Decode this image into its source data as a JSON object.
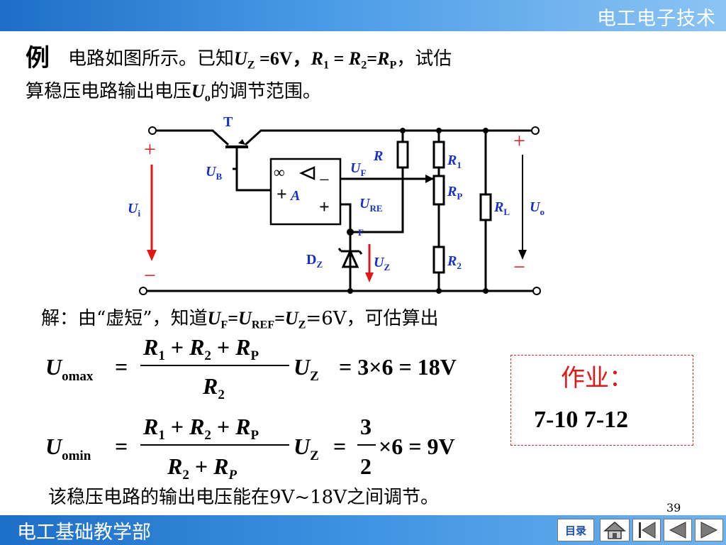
{
  "header": {
    "course_title": "电工电子技术"
  },
  "problem": {
    "example_label": "例",
    "line1": {
      "t1": "电路如图所示。已知",
      "uz_base": "U",
      "uz_sub": "Z",
      "t2": " =6V，",
      "r1_base": "R",
      "r1_sub": "1",
      "t3": " = ",
      "r2_base": "R",
      "r2_sub": "2",
      "t4": "=",
      "rp_base": "R",
      "rp_sub": "P",
      "t5": "，试估"
    },
    "line2": {
      "t1": "算稳压电路输出电压",
      "uo_base": "U",
      "uo_sub": "o",
      "t2": "的调节范围。"
    }
  },
  "circuit": {
    "T": "T",
    "UB": "U",
    "UB_sub": "B",
    "Ui": "U",
    "Ui_sub": "i",
    "UF": "U",
    "UF_sub": "F",
    "R": "R",
    "URE": "U",
    "URE_sub": "RE",
    "inf": "∞",
    "A": "A",
    "F": "F",
    "DZ": "D",
    "DZ_sub": "Z",
    "UZ": "U",
    "UZ_sub": "Z",
    "R1": "R",
    "R1_sub": "1",
    "RP": "R",
    "RP_sub": "P",
    "R2": "R",
    "R2_sub": "2",
    "RL": "R",
    "RL_sub": "L",
    "Uo": "U",
    "Uo_sub": "o",
    "plus": "+",
    "minus": "−"
  },
  "solution": {
    "t1": "解：由“虚短”，知道",
    "uf": "U",
    "uf_sub": "F",
    "eq1": "=",
    "uref": "U",
    "uref_sub": "REF",
    "eq2": "=",
    "uz": "U",
    "uz_sub": "Z",
    "t2": "=6V，可估算出"
  },
  "formula_max": {
    "lhs": "U",
    "lhs_sub": "omax",
    "eq": "=",
    "num_r1": "R",
    "num_r1_sub": "1",
    "plus1": "+",
    "num_r2": "R",
    "num_r2_sub": "2",
    "plus2": "+",
    "num_rp": "R",
    "num_rp_sub": "P",
    "den_r2": "R",
    "den_r2_sub": "2",
    "uz": "U",
    "uz_sub": "Z",
    "rhs": "= 3×6 = 18V"
  },
  "formula_min": {
    "lhs": "U",
    "lhs_sub": "omin",
    "eq": "=",
    "num_r1": "R",
    "num_r1_sub": "1",
    "plus1": "+",
    "num_r2": "R",
    "num_r2_sub": "2",
    "plus2": "+",
    "num_rp": "R",
    "num_rp_sub": "P",
    "den_r2": "R",
    "den_r2_sub": "2",
    "den_plus": "+",
    "den_rp": "R",
    "den_rp_sub": "P",
    "uz": "U",
    "uz_sub": "Z",
    "eq2": "=",
    "frac_num": "3",
    "frac_den": "2",
    "rhs": "×6 = 9V"
  },
  "conclusion": "该稳压电路的输出电压能在9V~18V之间调节。",
  "homework": {
    "title": "作业：",
    "items": "7-10   7-12"
  },
  "page_number": "39",
  "footer": {
    "department": "电工基础教学部",
    "menu_label": "目录",
    "home_icon": "home-icon",
    "first_icon": "first-page-icon",
    "prev_icon": "prev-page-icon",
    "next_icon": "next-page-icon",
    "last_icon": "last-page-icon"
  },
  "colors": {
    "accent_blue": "#1d6ec7",
    "label_blue": "#1630c8",
    "arrow_red": "#e01818"
  }
}
